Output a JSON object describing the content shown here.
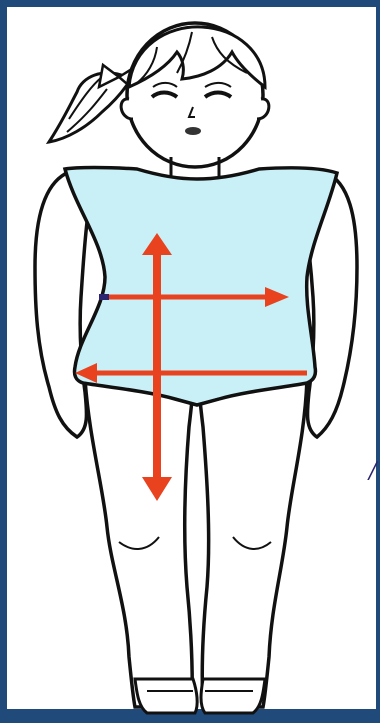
{
  "image": {
    "subject": "girl",
    "colors": {
      "frame": "#1f4a7a",
      "background": "#ffffff",
      "leotard": "#c8f0f6",
      "outline": "#111111",
      "arrows": "#e8421f"
    }
  },
  "measurement_arrows": [
    {
      "name": "vertical-length",
      "direction": "vertical"
    },
    {
      "name": "waist-width",
      "direction": "horizontal",
      "pointing": "right"
    },
    {
      "name": "hip-width",
      "direction": "horizontal",
      "pointing": "left"
    }
  ],
  "side_mark": "/"
}
